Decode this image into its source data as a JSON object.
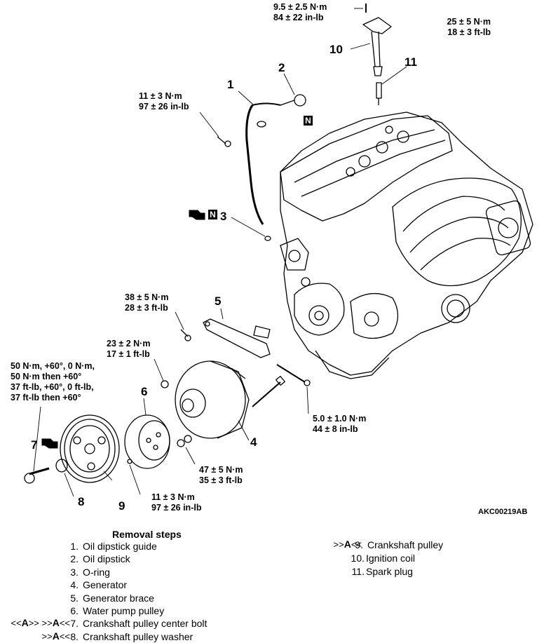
{
  "diagram": {
    "figure_code": "AKC00219AB",
    "torques": {
      "t1": [
        "9.5 ± 2.5 N·m",
        "84 ± 22 in-lb"
      ],
      "t2": [
        "25 ± 5 N·m",
        "18 ± 3 ft-lb"
      ],
      "t3": [
        "11 ± 3 N·m",
        "97 ± 26 in-lb"
      ],
      "t4": [
        "38 ± 5 N·m",
        "28 ± 3 ft-lb"
      ],
      "t5": [
        "23 ± 2 N·m",
        "17 ± 1 ft-lb"
      ],
      "t6": [
        "50 N·m, +60°, 0 N·m,",
        "50 N·m then +60°",
        "37 ft-lb, +60°, 0 ft-lb,",
        "37 ft-lb then +60°"
      ],
      "t7": [
        "5.0 ± 1.0 N·m",
        "44 ± 8 in-lb"
      ],
      "t8": [
        "47 ± 5 N·m",
        "35 ± 3 ft-lb"
      ],
      "t9": [
        "11 ± 3 N·m",
        "97 ± 26 in-lb"
      ]
    },
    "callouts": [
      "1",
      "2",
      "3",
      "4",
      "5",
      "6",
      "7",
      "8",
      "9",
      "10",
      "11"
    ],
    "n_marker": "N"
  },
  "removal": {
    "title": "Removal steps",
    "steps_left": [
      {
        "num": "1.",
        "label": "Oil dipstick guide",
        "mark": ""
      },
      {
        "num": "2.",
        "label": "Oil dipstick",
        "mark": ""
      },
      {
        "num": "3.",
        "label": "O-ring",
        "mark": ""
      },
      {
        "num": "4.",
        "label": "Generator",
        "mark": ""
      },
      {
        "num": "5.",
        "label": "Generator brace",
        "mark": ""
      },
      {
        "num": "6.",
        "label": "Water pump pulley",
        "mark": ""
      },
      {
        "num": "7.",
        "label": "Crankshaft pulley center bolt",
        "mark": "<<A>>   >>A<<"
      },
      {
        "num": "8.",
        "label": "Crankshaft pulley washer",
        "mark": ">>A<<"
      }
    ],
    "steps_right": [
      {
        "num": "9.",
        "label": "Crankshaft pulley",
        "mark": ">>A<<"
      },
      {
        "num": "10.",
        "label": "Ignition coil",
        "mark": ""
      },
      {
        "num": "11.",
        "label": "Spark plug",
        "mark": ""
      }
    ]
  }
}
